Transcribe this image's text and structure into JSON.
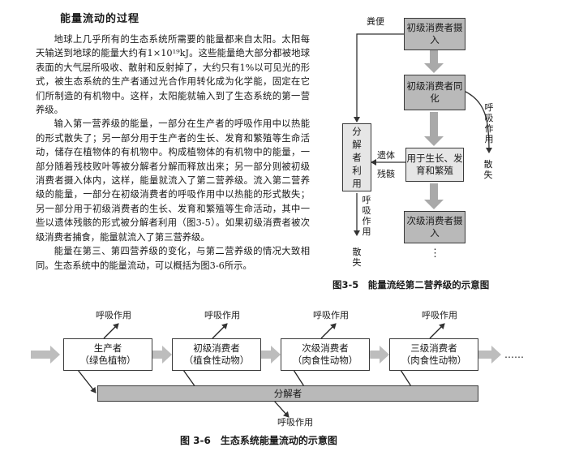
{
  "section": {
    "heading": "能量流动的过程",
    "paragraphs": [
      "地球上几乎所有的生态系统所需要的能量都来自太阳。太阳每天输送到地球的能量大约有1×10¹⁹kJ。这些能量绝大部分都被地球表面的大气层所吸收、散射和反射掉了，大约只有1%以可见光的形式，被生态系统的生产者通过光合作用转化成为化学能，固定在它们所制造的有机物中。这样，太阳能就输入到了生态系统的第一营养级。",
      "输入第一营养级的能量，一部分在生产者的呼吸作用中以热能的形式散失了；另一部分用于生产者的生长、发育和繁殖等生命活动，储存在植物体的有机物中。构成植物体的有机物中的能量，一部分随着残枝败叶等被分解者分解而释放出来；另一部分则被初级消费者摄入体内，这样，能量就流入了第二营养级。流入第二营养级的能量，一部分在初级消费者的呼吸作用中以热能的形式散失；另一部分用于初级消费者的生长、发育和繁殖等生命活动，其中一些以遗体残骸的形式被分解者利用（图3-5）。如果初级消费者被次级消费者捕食，能量就流入了第三营养级。",
      "能量在第三、第四营养级的变化，与第二营养级的情况大致相同。生态系统中的能量流动，可以概括为图3-6所示。"
    ]
  },
  "figure_3_5": {
    "box_intake": "初级消费者摄入",
    "box_assimilation": "初级消费者同化",
    "box_growth": "用于生长、发育和繁殖",
    "box_secondary": "次级消费者摄入",
    "box_decomposer": "分解者利用",
    "label_feces": "粪便",
    "label_remains1": "遗体",
    "label_remains2": "残骸",
    "label_respiration_right": "呼吸作用",
    "label_lost_right": "散失",
    "label_respiration_left": "呼吸作用",
    "label_lost_left": "散失",
    "ellipsis": "⋮",
    "caption": "图3-5　能量流经第二营养级的示意图"
  },
  "figure_3_6": {
    "producer_line1": "生产者",
    "producer_line2": "（绿色植物）",
    "primary_line1": "初级消费者",
    "primary_line2": "（植食性动物）",
    "secondary_line1": "次级消费者",
    "secondary_line2": "（肉食性动物）",
    "tertiary_line1": "三级消费者",
    "tertiary_line2": "（肉食性动物）",
    "respiration_1": "呼吸作用",
    "respiration_2": "呼吸作用",
    "respiration_3": "呼吸作用",
    "respiration_4": "呼吸作用",
    "respiration_bottom": "呼吸作用",
    "decomposer": "分解者",
    "ellipsis": "……",
    "caption": "图 3-6　生态系统能量流动的示意图"
  }
}
